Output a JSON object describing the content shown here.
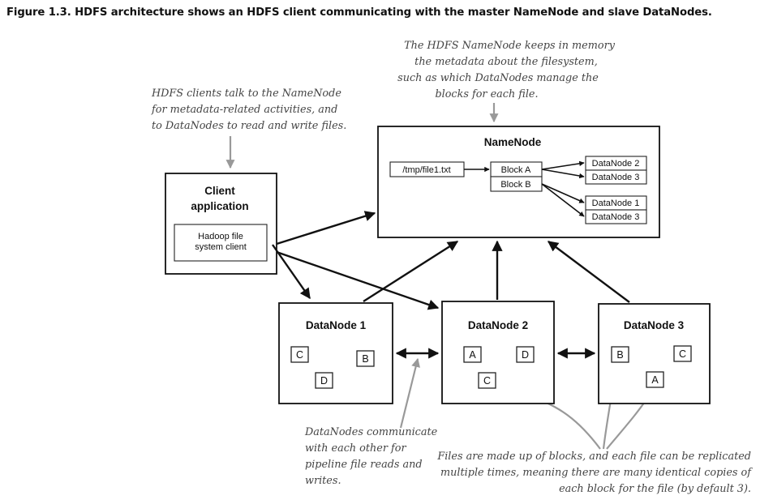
{
  "caption": "Figure 1.3. HDFS architecture shows an HDFS client communicating with the master NameNode and slave DataNodes.",
  "notes": {
    "namenode_note": [
      "The HDFS NameNode keeps in memory",
      "the metadata about the filesystem,",
      "such as which DataNodes manage the",
      "blocks for each file."
    ],
    "client_note": [
      "HDFS clients talk to the NameNode",
      "for metadata-related activities, and",
      "to DataNodes to read and write files."
    ],
    "datanode_comm_note": [
      "DataNodes communicate",
      "with each other for",
      "pipeline file reads and",
      "writes."
    ],
    "replication_note": [
      "Files are made up of blocks, and each file can be replicated",
      "multiple times, meaning there are many identical copies of",
      "each block for the file (by default 3)."
    ]
  },
  "client": {
    "title_line1": "Client",
    "title_line2": "application",
    "inner_line1": "Hadoop file",
    "inner_line2": "system client"
  },
  "namenode": {
    "title": "NameNode",
    "file": "/tmp/file1.txt",
    "blocks": [
      "Block A",
      "Block B"
    ],
    "block_a_nodes": [
      "DataNode 2",
      "DataNode 3"
    ],
    "block_b_nodes": [
      "DataNode 1",
      "DataNode 3"
    ]
  },
  "datanodes": [
    {
      "title": "DataNode 1",
      "blocks": [
        "C",
        "B",
        "D"
      ]
    },
    {
      "title": "DataNode 2",
      "blocks": [
        "A",
        "D",
        "C"
      ]
    },
    {
      "title": "DataNode 3",
      "blocks": [
        "B",
        "C",
        "A"
      ]
    }
  ]
}
